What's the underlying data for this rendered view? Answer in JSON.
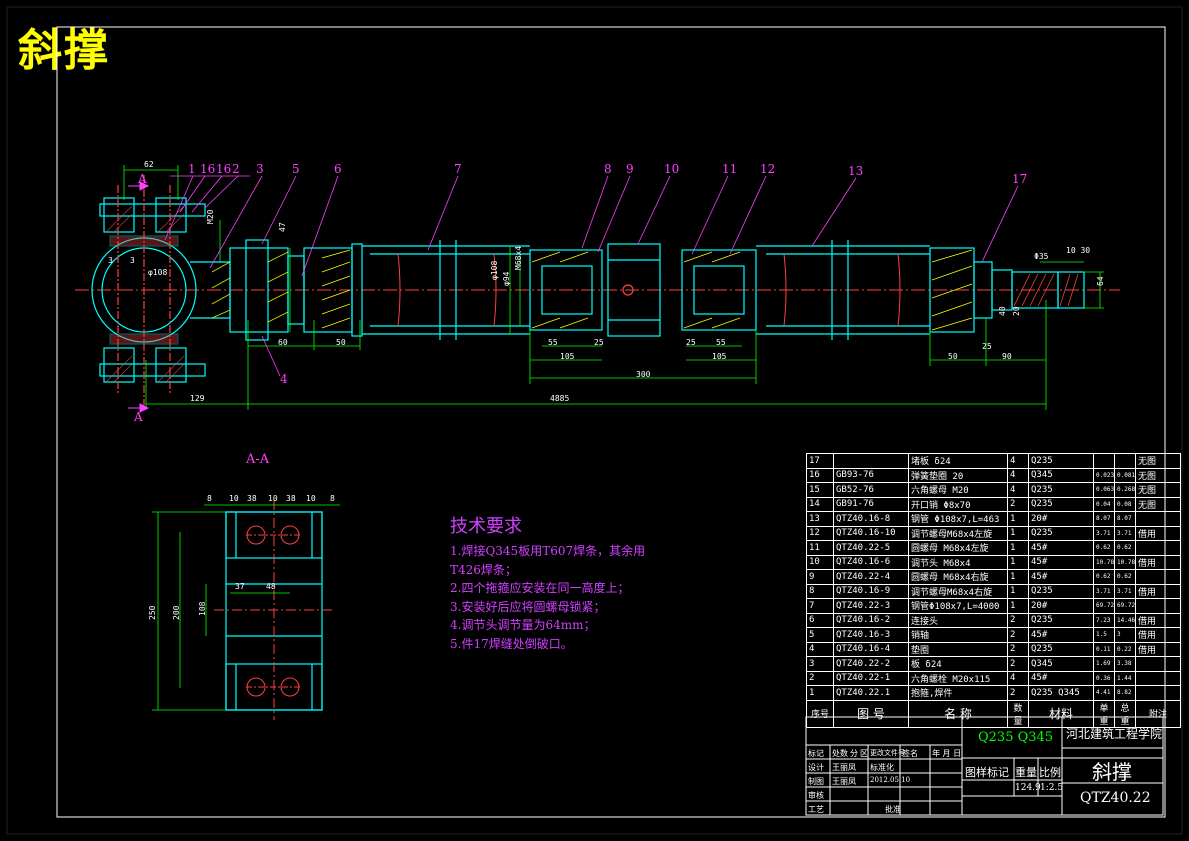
{
  "title": "斜撑",
  "section_label": "A-A",
  "tech": {
    "heading": "技术要求",
    "lines": [
      "1.焊接Q345板用T607焊条，其余用",
      "T426焊条；",
      "2.四个拖箍应安装在同一高度上；",
      "3.安装好后应将圆螺母锁紧；",
      "4.调节头调节量为64mm；",
      "5.件17焊缝处倒破口。"
    ]
  },
  "balloons": [
    "1",
    "16",
    "16",
    "2",
    "3",
    "5",
    "6",
    "7",
    "8",
    "9",
    "10",
    "11",
    "12",
    "13",
    "17",
    "4"
  ],
  "dims": {
    "d62": "62",
    "m20": "M20",
    "d47": "47",
    "d3": "3",
    "d3b": "3",
    "phi": "φ108",
    "d60": "60",
    "d50": "50",
    "d55a": "55",
    "d25a": "25",
    "d105a": "105",
    "d300": "300",
    "d25b": "25",
    "d55b": "55",
    "d105b": "105",
    "d50r": "50",
    "d90": "90",
    "d129": "129",
    "d4885": "4885",
    "phi108": "φ108",
    "phi94": "φ94",
    "m68": "M68x4",
    "r40": "40",
    "r20": "20",
    "r25": "25",
    "r64": "64",
    "r635": "Φ35",
    "r1030": "10 30"
  },
  "section_dims": [
    "8",
    "10",
    "38",
    "10",
    "38",
    "10",
    "8",
    "37",
    "48",
    "250",
    "200",
    "108"
  ],
  "section_marks": {
    "a_top": "A",
    "a_bot": "A"
  },
  "bom": [
    {
      "no": "17",
      "code": "",
      "name": "堵板      δ24",
      "qty": "4",
      "mat": "Q235",
      "w1": "",
      "w2": "",
      "note": "无图"
    },
    {
      "no": "16",
      "code": "GB93-76",
      "name": "弹簧垫圈   20",
      "qty": "4",
      "mat": "Q345",
      "w1": "0.023",
      "w2": "0.081",
      "note": "无图"
    },
    {
      "no": "15",
      "code": "GB52-76",
      "name": "六角螺母  M20",
      "qty": "4",
      "mat": "Q235",
      "w1": "0.0633",
      "w2": "0.268",
      "note": "无图"
    },
    {
      "no": "14",
      "code": "GB91-76",
      "name": "开口销   Φ8x70",
      "qty": "2",
      "mat": "Q235",
      "w1": "0.04",
      "w2": "0.08",
      "note": "无图"
    },
    {
      "no": "13",
      "code": "QTZ40.16-8",
      "name": "钢管 Φ108x7,L=463",
      "qty": "1",
      "mat": "20#",
      "w1": "8.07",
      "w2": "8.07",
      "note": ""
    },
    {
      "no": "12",
      "code": "QTZ40.16-10",
      "name": "调节螺母M68x4左旋",
      "qty": "1",
      "mat": "Q235",
      "w1": "3.71",
      "w2": "3.71",
      "note": "借用"
    },
    {
      "no": "11",
      "code": "QTZ40.22-5",
      "name": "圆螺母 M68x4左旋",
      "qty": "1",
      "mat": "45#",
      "w1": "0.62",
      "w2": "0.62",
      "note": ""
    },
    {
      "no": "10",
      "code": "QTZ40.16-6",
      "name": "调节头  M68x4",
      "qty": "1",
      "mat": "45#",
      "w1": "10.78",
      "w2": "10.78",
      "note": "借用"
    },
    {
      "no": "9",
      "code": "QTZ40.22-4",
      "name": "圆螺母 M68x4右旋",
      "qty": "1",
      "mat": "45#",
      "w1": "0.62",
      "w2": "0.62",
      "note": ""
    },
    {
      "no": "8",
      "code": "QTZ40.16-9",
      "name": "调节螺母M68x4右旋",
      "qty": "1",
      "mat": "Q235",
      "w1": "3.71",
      "w2": "3.71",
      "note": "借用"
    },
    {
      "no": "7",
      "code": "QTZ40.22-3",
      "name": "钢管Φ108x7,L=4000",
      "qty": "1",
      "mat": "20#",
      "w1": "69.72",
      "w2": "69.72",
      "note": ""
    },
    {
      "no": "6",
      "code": "QTZ40.16-2",
      "name": "连接头",
      "qty": "2",
      "mat": "Q235",
      "w1": "7.23",
      "w2": "14.46",
      "note": "借用"
    },
    {
      "no": "5",
      "code": "QTZ40.16-3",
      "name": "销轴",
      "qty": "2",
      "mat": "45#",
      "w1": "1.5",
      "w2": "3",
      "note": "借用"
    },
    {
      "no": "4",
      "code": "QTZ40.16-4",
      "name": "垫圈",
      "qty": "2",
      "mat": "Q235",
      "w1": "0.11",
      "w2": "0.22",
      "note": "借用"
    },
    {
      "no": "3",
      "code": "QTZ40.22-2",
      "name": "板        δ24",
      "qty": "2",
      "mat": "Q345",
      "w1": "1.69",
      "w2": "3.38",
      "note": ""
    },
    {
      "no": "2",
      "code": "QTZ40.22-1",
      "name": "六角螺栓 M20x115",
      "qty": "4",
      "mat": "45#",
      "w1": "0.36",
      "w2": "1.44",
      "note": ""
    },
    {
      "no": "1",
      "code": "QTZ40.22.1",
      "name": "抱箍,焊件",
      "qty": "2",
      "mat": "Q235  Q345",
      "w1": "4.41",
      "w2": "8.82",
      "note": ""
    }
  ],
  "bom_header": {
    "no": "序号",
    "code": "图  号",
    "name": "名  称",
    "qty": "数量",
    "mat": "材料",
    "w1": "单重",
    "w2": "总重",
    "weight": "重量",
    "note": "附注"
  },
  "title_block": {
    "material": "Q235  Q345",
    "school": "河北建筑工程学院",
    "part_name": "斜撑",
    "drawing_no": "QTZ40.22",
    "stage_label": "图样标记",
    "weight_label": "重量",
    "scale_label": "比例",
    "weight": "124.9",
    "scale": "1:2.5",
    "rows": [
      {
        "a": "标记",
        "b": "处数",
        "c": "分",
        "d": "区",
        "e": "更改文件号",
        "f": "签名",
        "g": "年 月 日"
      },
      {
        "a": "设计",
        "b": "王丽凤",
        "c": "",
        "d": "标准化",
        "e": ""
      },
      {
        "a": "制图",
        "b": "王丽凤",
        "c": "2012.05.10"
      },
      {
        "a": "审核",
        "b": ""
      },
      {
        "a": "工艺",
        "b": "",
        "c": "批准"
      }
    ]
  }
}
